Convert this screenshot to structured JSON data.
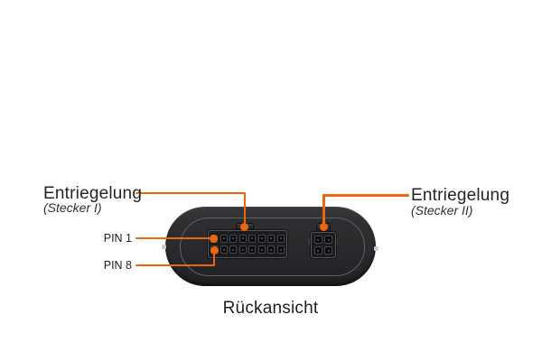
{
  "diagram": {
    "caption": "Rückansicht",
    "accent_color": "#ee650f",
    "body_color": "#2b2c2e",
    "outline_color": "#606165",
    "labels": {
      "left_release": {
        "title": "Entriegelung",
        "subtitle": "(Stecker I)"
      },
      "right_release": {
        "title": "Entriegelung",
        "subtitle": "(Stecker II)"
      },
      "pin1": "PIN 1",
      "pin8": "PIN 8"
    },
    "connectors": [
      {
        "name": "Stecker I",
        "pins": 16,
        "rows": 2,
        "cols": 8
      },
      {
        "name": "Stecker II",
        "pins": 4,
        "rows": 2,
        "cols": 2
      }
    ]
  }
}
